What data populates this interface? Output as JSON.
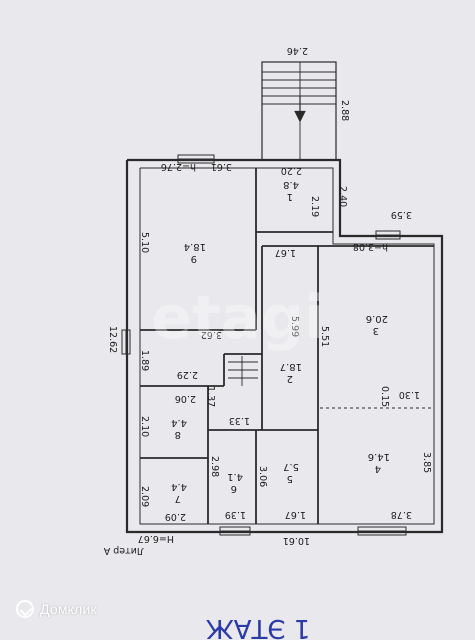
{
  "plan": {
    "floor_title": "1 ЭТАЖ",
    "litera": "Литер А",
    "height_total": "Н=6.67",
    "colors": {
      "line": "#2a2a2a",
      "title": "#2a3aa6",
      "watermark": "#ffffff"
    },
    "rooms": [
      {
        "id": "1",
        "num": "1",
        "area": "4.8"
      },
      {
        "id": "2",
        "num": "2",
        "area": "18.7"
      },
      {
        "id": "3",
        "num": "3",
        "area": "20.6"
      },
      {
        "id": "4",
        "num": "4",
        "area": "14.6"
      },
      {
        "id": "5",
        "num": "5",
        "area": "5.7"
      },
      {
        "id": "6",
        "num": "6",
        "area": "4.1"
      },
      {
        "id": "7",
        "num": "7",
        "area": "4.4"
      },
      {
        "id": "8",
        "num": "8",
        "area": "4.4"
      },
      {
        "id": "9",
        "num": "9",
        "area": "18.4"
      }
    ],
    "dimensions": [
      "2.46",
      "2.88",
      "2.40",
      "3.59",
      "3.61",
      "h=2.76",
      "2.20",
      "2.19",
      "h=3.08",
      "5.10",
      "12.62",
      "1.67",
      "5.51",
      "5.99",
      "3.62",
      "1.89",
      "2.29",
      "1.37",
      "0.15",
      "1.30",
      "2.06",
      "2.10",
      "1.33",
      "3.85",
      "2.98",
      "3.06",
      "2.09",
      "2.09",
      "1.39",
      "1.67",
      "3.78",
      "10.61"
    ]
  },
  "watermark": {
    "brand": "Домклик",
    "overlay": "etagi"
  }
}
